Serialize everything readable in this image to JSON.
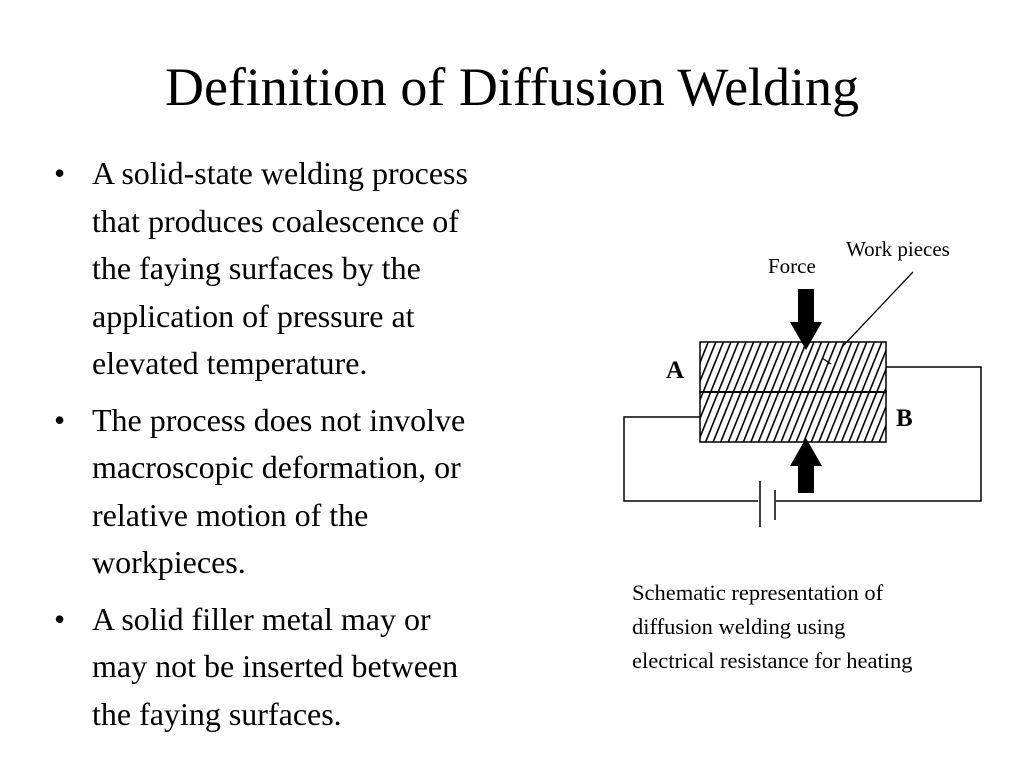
{
  "slide": {
    "title": "Definition of Diffusion Welding",
    "bullets": [
      {
        "marker": "•",
        "lines": [
          "A solid-state welding process",
          "that produces coalescence of",
          "the faying surfaces by the",
          "application of pressure at",
          "elevated temperature."
        ]
      },
      {
        "marker": "•",
        "lines": [
          "The process does not involve",
          "macroscopic deformation, or",
          "relative motion of the",
          "workpieces."
        ]
      },
      {
        "marker": "•",
        "lines": [
          "A solid filler metal may or",
          "may not be inserted between",
          "the faying surfaces."
        ]
      }
    ]
  },
  "diagram": {
    "force_label": "Force",
    "workpieces_label": "Work pieces",
    "label_a": "A",
    "label_b": "B",
    "hatch_color": "#000000"
  },
  "caption": {
    "lines": [
      "Schematic representation of",
      "diffusion welding using",
      "electrical resistance for heating"
    ]
  }
}
